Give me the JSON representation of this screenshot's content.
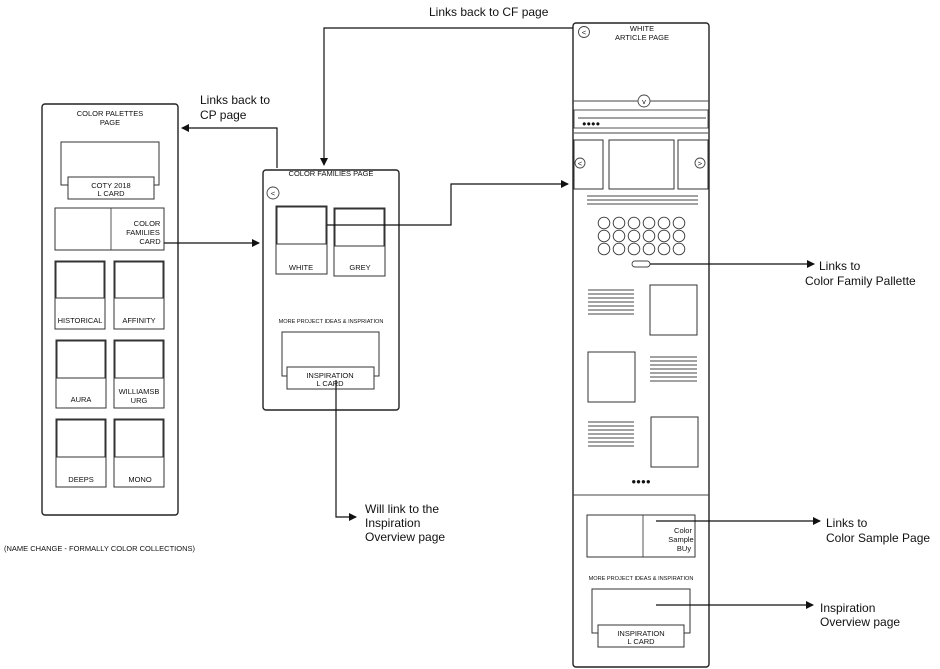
{
  "pages": {
    "color_palettes": {
      "title_line1": "COLOR PALETTES",
      "title_line2": "PAGE",
      "coty_card_line1": "COTY 2018",
      "coty_card_line2": "L CARD",
      "color_families_card_line1": "COLOR",
      "color_families_card_line2": "FAMILIES",
      "color_families_card_line3": "CARD",
      "tiles": [
        {
          "line1": "HISTORICAL",
          "line2": ""
        },
        {
          "line1": "AFFINITY",
          "line2": ""
        },
        {
          "line1": "AURA",
          "line2": ""
        },
        {
          "line1": "WILLIAMSB",
          "line2": "URG"
        },
        {
          "line1": "DEEPS",
          "line2": ""
        },
        {
          "line1": "MONO",
          "line2": ""
        }
      ]
    },
    "color_families": {
      "title": "COLOR FAMILIES PAGE",
      "back_glyph": "<",
      "tiles": [
        "WHITE",
        "GREY"
      ],
      "more_label": "MORE PROJECT IDEAS & INSPRIATION",
      "inspiration_card_line1": "INSPIRATION",
      "inspiration_card_line2": "L CARD"
    },
    "white_article": {
      "title_line1": "WHITE",
      "title_line2": "ARTICLE PAGE",
      "back_glyph": "<",
      "down_glyph": "v",
      "prev_glyph": "<",
      "next_glyph": ">",
      "dots": "●●●●",
      "sample_card_line1": "Color",
      "sample_card_line2": "Sample",
      "sample_card_line3": "BUy",
      "more_label": "MORE PROJECT IDEAS & INSPIRATION",
      "inspiration_card_line1": "INSPIRATION",
      "inspiration_card_line2": "L CARD"
    }
  },
  "annotations": {
    "links_back_cf": "Links back to CF page",
    "links_back_cp_line1": "Links back to",
    "links_back_cp_line2": "CP page",
    "will_link_line1": "Will link to the",
    "will_link_line2": "Inspiration",
    "will_link_line3": "Overview page",
    "name_change": "(NAME CHANGE - FORMALLY COLOR COLLECTIONS)",
    "links_color_family_line1": "Links to",
    "links_color_family_line2": "Color Family Pallette",
    "links_color_sample_line1": "Links to",
    "links_color_sample_line2": "Color Sample Page",
    "inspiration_overview_line1": "Inspiration",
    "inspiration_overview_line2": "Overview page"
  }
}
